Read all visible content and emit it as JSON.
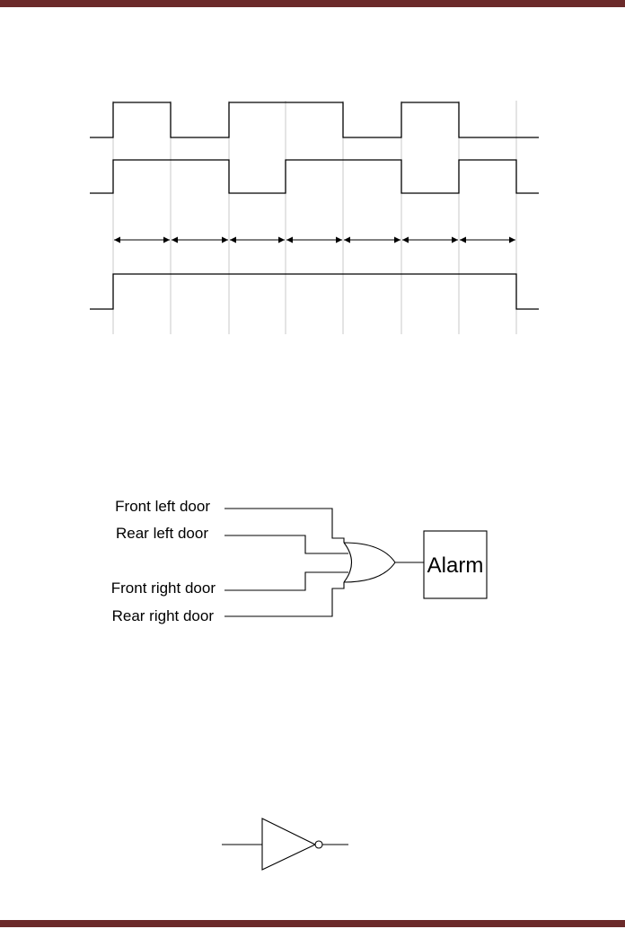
{
  "colors": {
    "frame_bar": "#6b2a2a",
    "line": "#000000",
    "gridline": "#c8c8c8",
    "background": "#ffffff"
  },
  "door_alarm_circuit": {
    "inputs": [
      {
        "label": "Front left door"
      },
      {
        "label": "Rear left door"
      },
      {
        "label": "Front right door"
      },
      {
        "label": "Rear right door"
      }
    ],
    "gate": "or-gate",
    "output": {
      "label": "Alarm"
    }
  },
  "timing_diagram": {
    "signals": 3,
    "interval_count": 7
  },
  "not_gate": {
    "symbol": "not-gate"
  }
}
